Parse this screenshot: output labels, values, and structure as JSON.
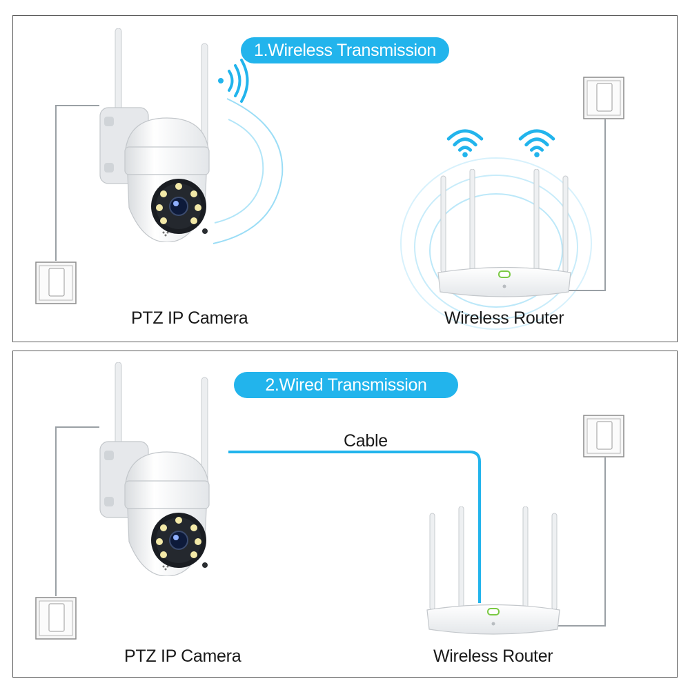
{
  "wireless_panel": {
    "title": "1.Wireless Transmission",
    "camera_label": "PTZ IP Camera",
    "router_label": "Wireless Router"
  },
  "wired_panel": {
    "title": "2.Wired Transmission",
    "cable_label": "Cable",
    "camera_label": "PTZ IP Camera",
    "router_label": "Wireless Router"
  },
  "colors": {
    "accent": "#22b4ec",
    "border": "#5a5a5a",
    "device_white": "#f4f5f6"
  },
  "icons": [
    "power-outlet-icon",
    "wifi-signal-icon",
    "ptz-camera-icon",
    "wireless-router-icon"
  ]
}
